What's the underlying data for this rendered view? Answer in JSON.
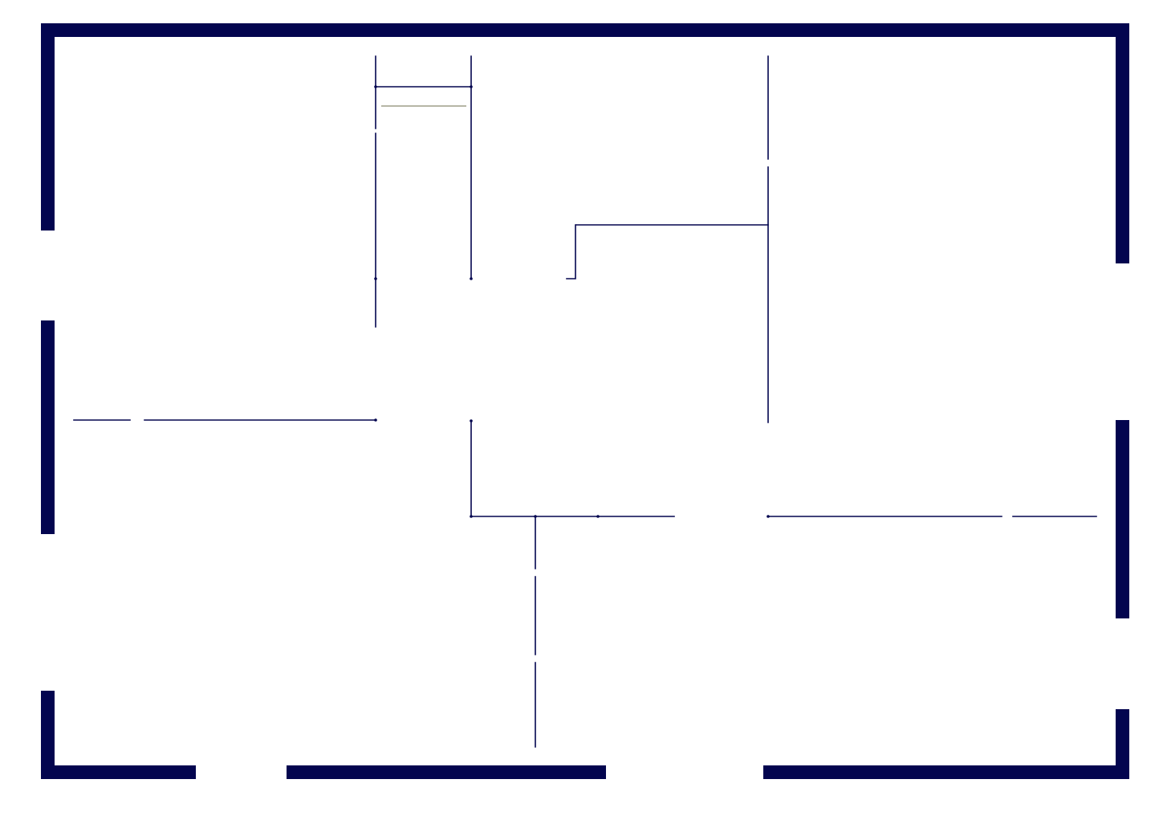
{
  "floor_plan": {
    "colors": {
      "background": "#ffffff",
      "exterior_wall": "#03054f",
      "interior_wall": "#03054f",
      "fixture_line": "#8a8a70"
    },
    "exterior_walls": [
      {
        "name": "wall-top-left-segment"
      },
      {
        "name": "wall-top-right-segment"
      },
      {
        "name": "wall-left-upper"
      },
      {
        "name": "wall-left-middle"
      },
      {
        "name": "wall-left-lower"
      },
      {
        "name": "wall-right-upper"
      },
      {
        "name": "wall-right-middle"
      },
      {
        "name": "wall-right-lower"
      },
      {
        "name": "wall-bottom-left"
      },
      {
        "name": "wall-bottom-middle"
      },
      {
        "name": "wall-bottom-right"
      }
    ],
    "interior_walls": [
      {
        "name": "interior-wall-closet-left"
      },
      {
        "name": "interior-wall-closet-right"
      },
      {
        "name": "interior-wall-closet-top"
      },
      {
        "name": "interior-wall-hall-left"
      },
      {
        "name": "interior-wall-bedroom-divider"
      },
      {
        "name": "interior-wall-room-partition"
      },
      {
        "name": "interior-wall-upper-room-bottom"
      },
      {
        "name": "interior-wall-hall-bottom"
      },
      {
        "name": "interior-wall-lower-room-top"
      },
      {
        "name": "interior-wall-lower-divider"
      },
      {
        "name": "interior-wall-step"
      }
    ],
    "fixtures": [
      {
        "name": "closet-shelf-line"
      }
    ]
  }
}
